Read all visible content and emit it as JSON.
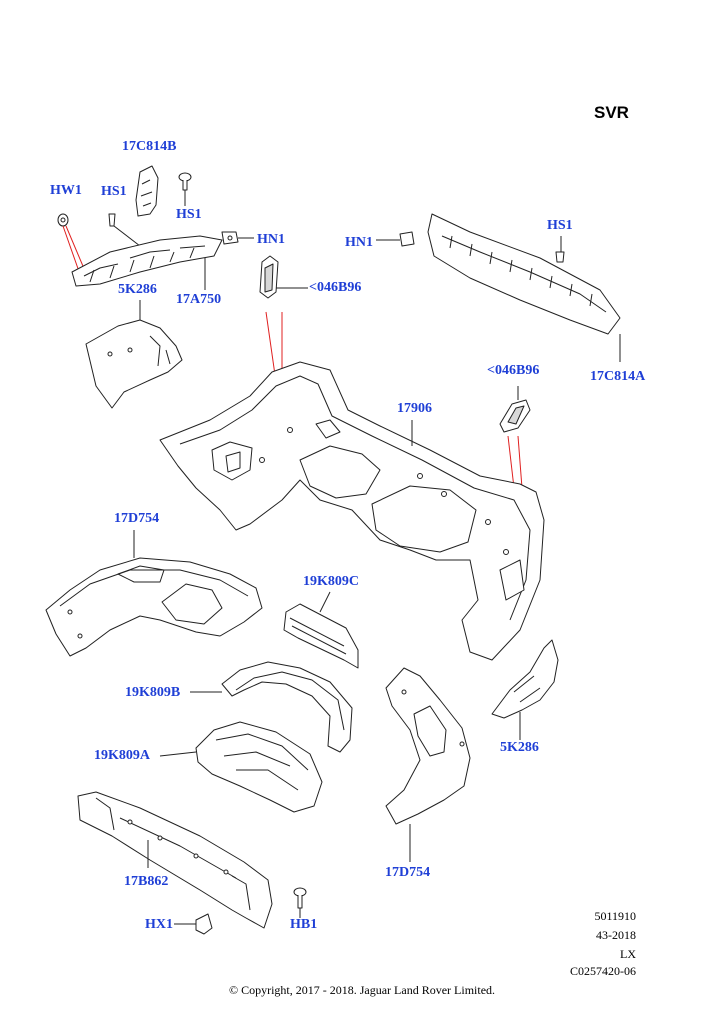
{
  "diagram": {
    "variant_label": "SVR",
    "callouts": {
      "p_17C814B": "17C814B",
      "p_HW1": "HW1",
      "p_HS1_a": "HS1",
      "p_HS1_b": "HS1",
      "p_HN1_a": "HN1",
      "p_17A750": "17A750",
      "p_046B96_a": "<046B96",
      "p_5K286_a": "5K286",
      "p_HN1_b": "HN1",
      "p_HS1_c": "HS1",
      "p_17C814A": "17C814A",
      "p_046B96_b": "<046B96",
      "p_17906": "17906",
      "p_17D754_a": "17D754",
      "p_19K809C": "19K809C",
      "p_19K809B": "19K809B",
      "p_19K809A": "19K809A",
      "p_5K286_b": "5K286",
      "p_17B862": "17B862",
      "p_17D754_b": "17D754",
      "p_HX1": "HX1",
      "p_HB1": "HB1"
    },
    "meta": {
      "drawing_number": "5011910",
      "date_code": "43-2018",
      "model_code": "LX",
      "catalogue_ref": "C0257420-06"
    },
    "copyright": "© Copyright, 2017 - 2018. Jaguar Land Rover Limited."
  },
  "colors": {
    "callout": "#1f3fd6",
    "line": "#222222",
    "leader": "#e02020",
    "part_fill": "#ffffff",
    "shade": "#d8d8d8"
  }
}
